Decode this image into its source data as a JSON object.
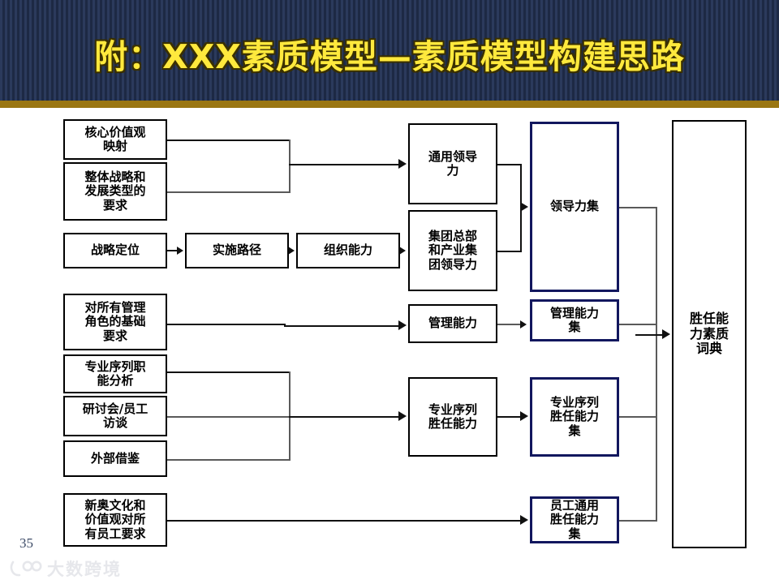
{
  "slide": {
    "title": "附：XXX素质模型—素质模型构建思路",
    "page_number": "35",
    "accent_color": "#ffe93d",
    "header_color": "#2b3a5c",
    "rule_color": "#9a7612",
    "blue_border_color": "#12175e"
  },
  "watermark": {
    "text": "大数跨境",
    "mark": "logo-mark"
  },
  "inputs": [
    {
      "label": "核心价值观\n映射"
    },
    {
      "label": "整体战略和\n发展类型的\n要求"
    },
    {
      "label": "战略定位"
    },
    {
      "label": "实施路径"
    },
    {
      "label": "组织能力"
    },
    {
      "label": "对所有管理\n角色的基础\n要求"
    },
    {
      "label": "专业序列职\n能分析"
    },
    {
      "label": "研讨会/员工\n访谈"
    },
    {
      "label": "外部借鉴"
    },
    {
      "label": "新奥文化和\n价值观对所\n有员工要求"
    }
  ],
  "capabilities": [
    {
      "label": "通用领导\n力"
    },
    {
      "label": "集团总部\n和产业集\n团领导力"
    },
    {
      "label": "管理能力"
    },
    {
      "label": "专业序列\n胜任能力"
    }
  ],
  "sets": [
    {
      "label": "领导力集"
    },
    {
      "label": "管理能力\n集"
    },
    {
      "label": "专业序列\n胜任能力\n集"
    },
    {
      "label": "员工通用\n胜任能力\n集"
    }
  ],
  "output": {
    "label": "胜任能\n力素质\n词典"
  }
}
